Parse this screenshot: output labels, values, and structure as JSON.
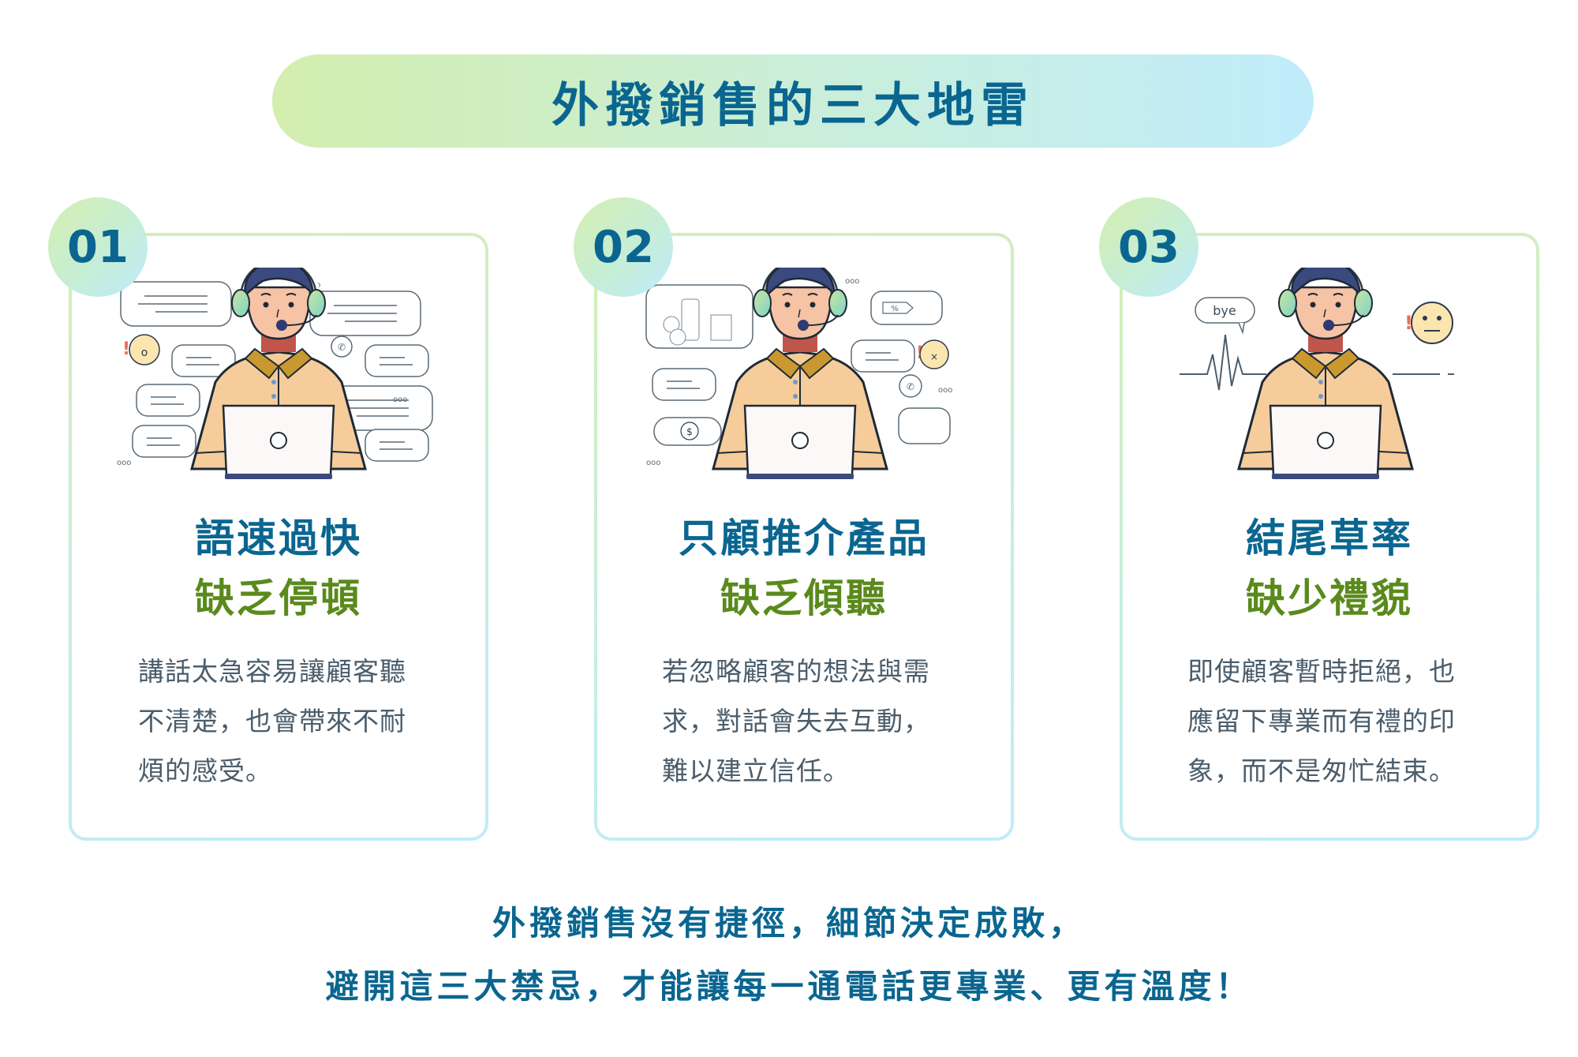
{
  "title": "外撥銷售的三大地雷",
  "cards": [
    {
      "number": "01",
      "heading_line1": "語速過快",
      "heading_line2": "缺乏停頓",
      "description": [
        "講話太急容易讓顧客聽",
        "不清楚，也會帶來不耐",
        "煩的感受。"
      ],
      "illustration": "agent-with-many-speech-bubbles"
    },
    {
      "number": "02",
      "heading_line1": "只顧推介產品",
      "heading_line2": "缺乏傾聽",
      "description": [
        "若忽略顧客的想法與需",
        "求，對話會失去互動，",
        "難以建立信任。"
      ],
      "illustration": "agent-with-product-bubbles"
    },
    {
      "number": "03",
      "heading_line1": "結尾草率",
      "heading_line2": "缺少禮貌",
      "description": [
        "即使顧客暫時拒絕，也",
        "應留下專業而有禮的印",
        "象，而不是匆忙結束。"
      ],
      "illustration": "agent-saying-bye",
      "bubble_text": "bye"
    }
  ],
  "footer": {
    "line1": "外撥銷售沒有捷徑，細節決定成敗，",
    "line2": "避開這三大禁忌，才能讓每一通電話更專業、更有溫度！"
  },
  "colors": {
    "primary_blue": "#0a6690",
    "accent_green": "#5a8a1c",
    "body_text": "#4b5d6b",
    "gradient_start": "#d3eeae",
    "gradient_end": "#c0ecfb"
  }
}
